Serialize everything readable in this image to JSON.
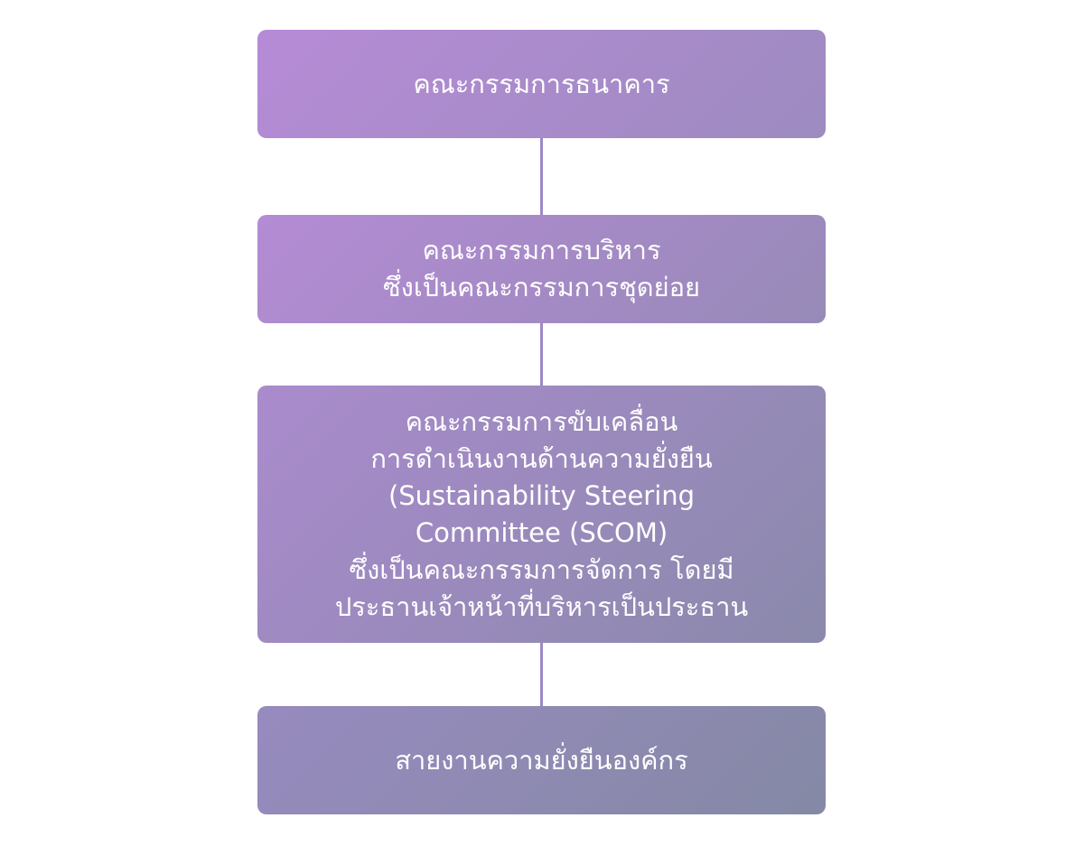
{
  "org_chart": {
    "nodes": [
      {
        "lines": [
          "คณะกรรมการธนาคาร"
        ]
      },
      {
        "lines": [
          "คณะกรรมการบริหาร",
          "ซึ่งเป็นคณะกรรมการชุดย่อย"
        ]
      },
      {
        "lines": [
          "คณะกรรมการขับเคลื่อน",
          "การดำเนินงานด้านความยั่งยืน",
          "(Sustainability Steering",
          "Committee (SCOM)",
          "ซึ่งเป็นคณะกรรมการจัดการ โดยมี",
          "ประธานเจ้าหน้าที่บริหารเป็นประธาน"
        ]
      },
      {
        "lines": [
          "สายงานความยั่งยืนองค์กร"
        ]
      }
    ]
  },
  "colors": {
    "connector": "#9c89c6",
    "text": "#ffffff"
  }
}
